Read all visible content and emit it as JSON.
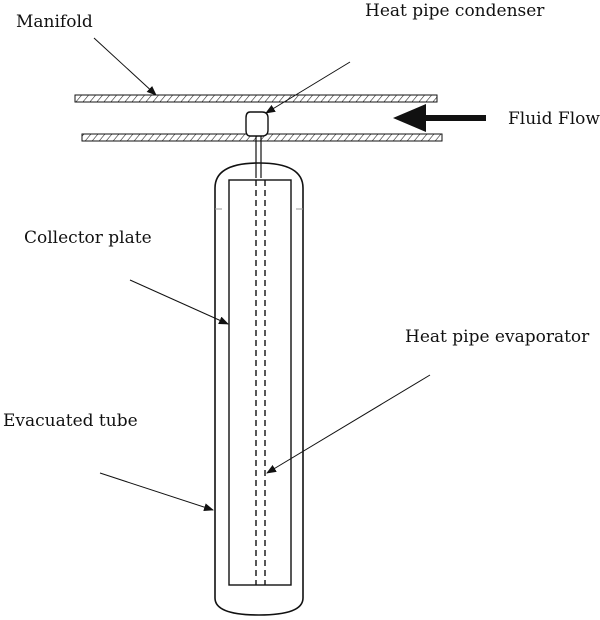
{
  "labels": {
    "manifold": "Manifold",
    "condenser": "Heat pipe condenser",
    "fluid_flow": "Fluid Flow",
    "collector_plate": "Collector plate",
    "evaporator": "Heat pipe evaporator",
    "evacuated_tube": "Evacuated tube"
  },
  "colors": {
    "ink": "#111111",
    "background": "#ffffff"
  }
}
